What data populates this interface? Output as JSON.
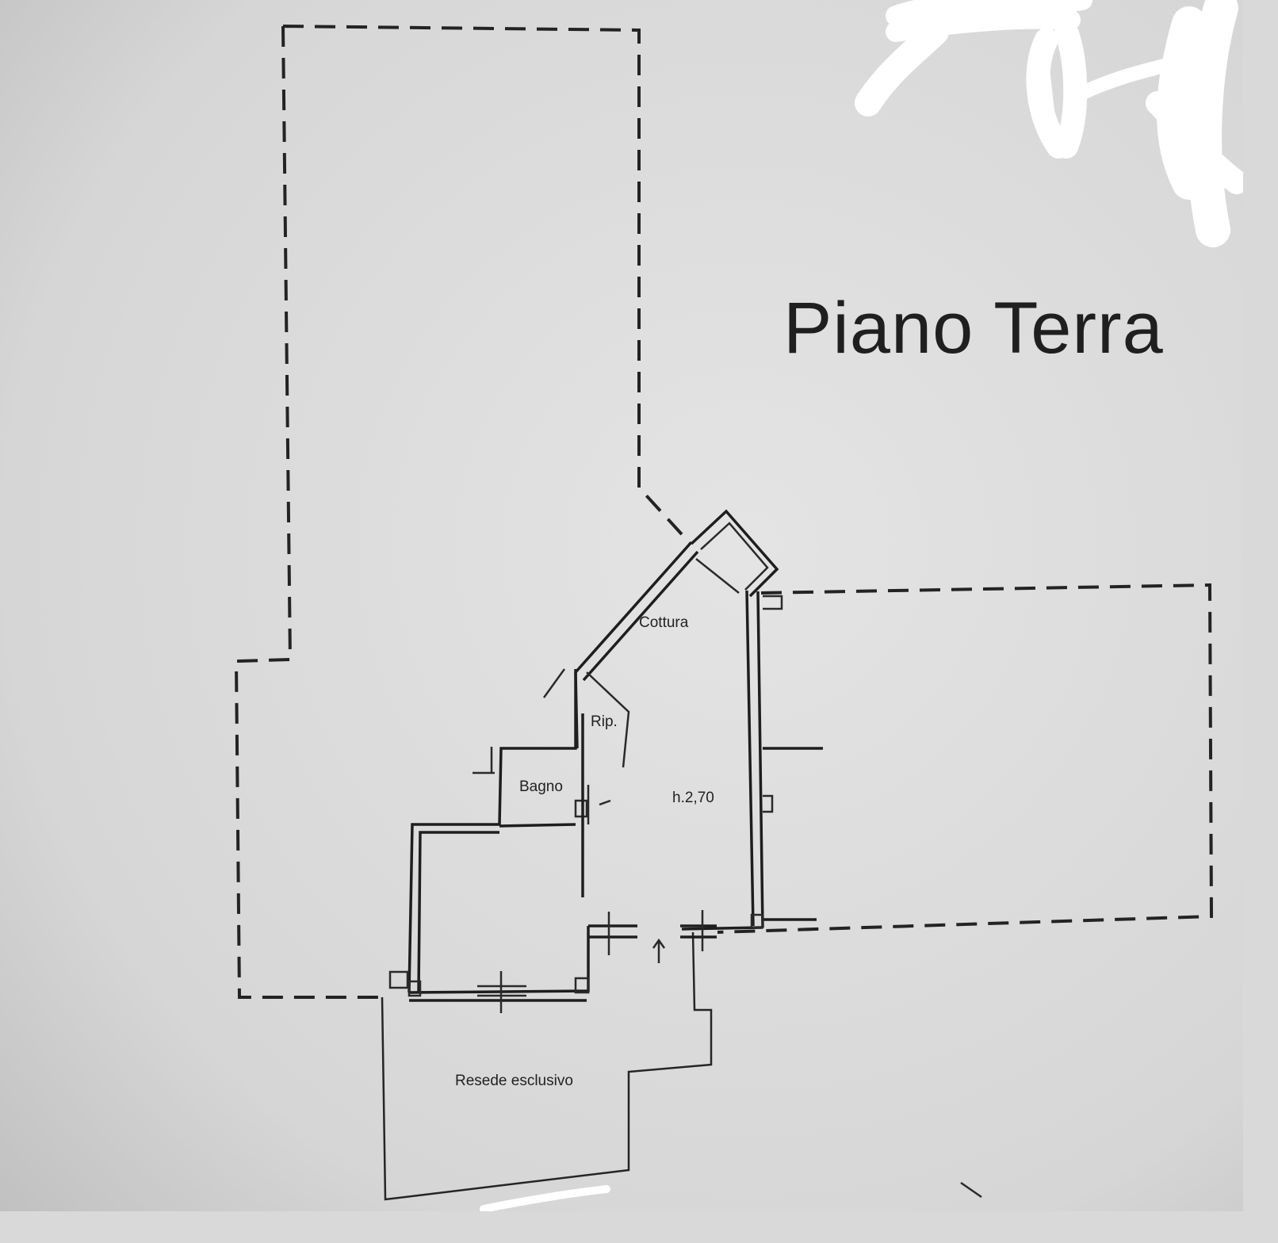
{
  "plan": {
    "title": "Piano Terra",
    "rooms": {
      "cottura": "Cottura",
      "ripostiglio": "Rip.",
      "bagno": "Bagno",
      "height": "h.2,70",
      "resede": "Resede esclusivo"
    }
  },
  "colors": {
    "paper": "#d9d9d9",
    "ink": "#1e1e1e",
    "redaction": "#ffffff"
  }
}
